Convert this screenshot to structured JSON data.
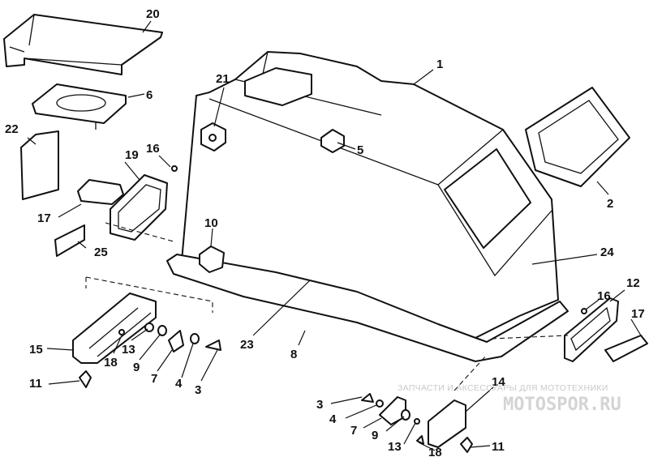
{
  "callouts": [
    {
      "id": "c20",
      "text": "20"
    },
    {
      "id": "c6",
      "text": "6"
    },
    {
      "id": "c22",
      "text": "22"
    },
    {
      "id": "c19",
      "text": "19"
    },
    {
      "id": "c16a",
      "text": "16"
    },
    {
      "id": "c17a",
      "text": "17"
    },
    {
      "id": "c25",
      "text": "25"
    },
    {
      "id": "c21",
      "text": "21"
    },
    {
      "id": "c1",
      "text": "1"
    },
    {
      "id": "c5",
      "text": "5"
    },
    {
      "id": "c2",
      "text": "2"
    },
    {
      "id": "c10",
      "text": "10"
    },
    {
      "id": "c24",
      "text": "24"
    },
    {
      "id": "c12",
      "text": "12"
    },
    {
      "id": "c16b",
      "text": "16"
    },
    {
      "id": "c17b",
      "text": "17"
    },
    {
      "id": "c23",
      "text": "23"
    },
    {
      "id": "c8",
      "text": "8"
    },
    {
      "id": "c15",
      "text": "15"
    },
    {
      "id": "c18a",
      "text": "18"
    },
    {
      "id": "c13a",
      "text": "13"
    },
    {
      "id": "c9a",
      "text": "9"
    },
    {
      "id": "c7a",
      "text": "7"
    },
    {
      "id": "c4a",
      "text": "4"
    },
    {
      "id": "c3a",
      "text": "3"
    },
    {
      "id": "c11a",
      "text": "11"
    },
    {
      "id": "c14",
      "text": "14"
    },
    {
      "id": "c3b",
      "text": "3"
    },
    {
      "id": "c4b",
      "text": "4"
    },
    {
      "id": "c7b",
      "text": "7"
    },
    {
      "id": "c9b",
      "text": "9"
    },
    {
      "id": "c13b",
      "text": "13"
    },
    {
      "id": "c18b",
      "text": "18"
    },
    {
      "id": "c11b",
      "text": "11"
    }
  ],
  "watermark": {
    "text": "ЗАПЧАСТИ И АКСЕССУАРЫ ДЛЯ МОТОТЕХНИКИ",
    "brand": "MOTOSPOR.RU"
  }
}
